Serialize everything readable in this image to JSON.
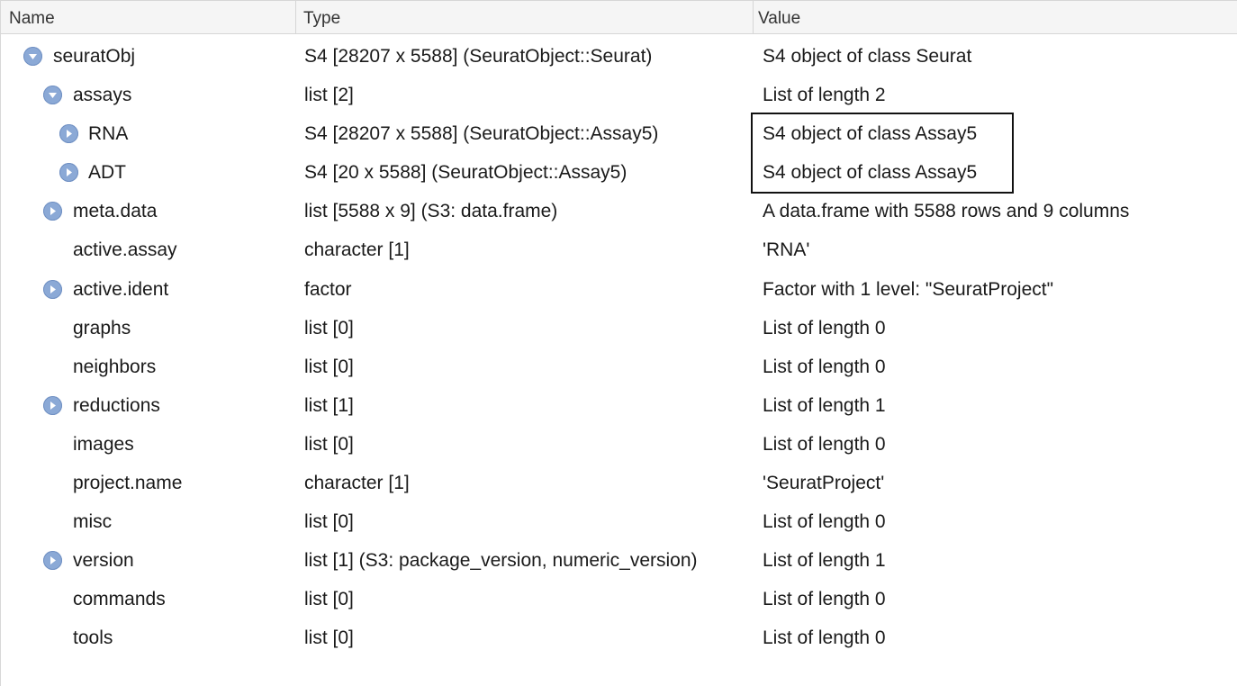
{
  "columns": {
    "name": "Name",
    "type": "Type",
    "value": "Value"
  },
  "rows": [
    {
      "name": "seuratObj",
      "type": "S4 [28207 x 5588] (SeuratObject::Seurat)",
      "value": "S4 object of class Seurat",
      "expander": "expanded",
      "depth": 0
    },
    {
      "name": "assays",
      "type": "list [2]",
      "value": "List of length 2",
      "expander": "expanded",
      "depth": 1
    },
    {
      "name": "RNA",
      "type": "S4 [28207 x 5588] (SeuratObject::Assay5)",
      "value": "S4 object of class Assay5",
      "expander": "collapsed",
      "depth": 2
    },
    {
      "name": "ADT",
      "type": "S4 [20 x 5588] (SeuratObject::Assay5)",
      "value": "S4 object of class Assay5",
      "expander": "collapsed",
      "depth": 2
    },
    {
      "name": "meta.data",
      "type": "list [5588 x 9] (S3: data.frame)",
      "value": "A data.frame with 5588 rows and 9 columns",
      "expander": "collapsed",
      "depth": 1
    },
    {
      "name": "active.assay",
      "type": "character [1]",
      "value": "'RNA'",
      "expander": "none",
      "depth": 1
    },
    {
      "name": "active.ident",
      "type": "factor",
      "value": "Factor with 1 level: \"SeuratProject\"",
      "expander": "collapsed",
      "depth": 1
    },
    {
      "name": "graphs",
      "type": "list [0]",
      "value": "List of length 0",
      "expander": "none",
      "depth": 1
    },
    {
      "name": "neighbors",
      "type": "list [0]",
      "value": "List of length 0",
      "expander": "none",
      "depth": 1
    },
    {
      "name": "reductions",
      "type": "list [1]",
      "value": "List of length 1",
      "expander": "collapsed",
      "depth": 1
    },
    {
      "name": "images",
      "type": "list [0]",
      "value": "List of length 0",
      "expander": "none",
      "depth": 1
    },
    {
      "name": "project.name",
      "type": "character [1]",
      "value": "'SeuratProject'",
      "expander": "none",
      "depth": 1
    },
    {
      "name": "misc",
      "type": "list [0]",
      "value": "List of length 0",
      "expander": "none",
      "depth": 1
    },
    {
      "name": "version",
      "type": "list [1] (S3: package_version, numeric_version)",
      "value": "List of length 1",
      "expander": "collapsed",
      "depth": 1
    },
    {
      "name": "commands",
      "type": "list [0]",
      "value": "List of length 0",
      "expander": "none",
      "depth": 1
    },
    {
      "name": "tools",
      "type": "list [0]",
      "value": "List of length 0",
      "expander": "none",
      "depth": 1
    }
  ],
  "colors": {
    "expander": "#8ba9d6",
    "header_bg": "#f5f5f5"
  }
}
